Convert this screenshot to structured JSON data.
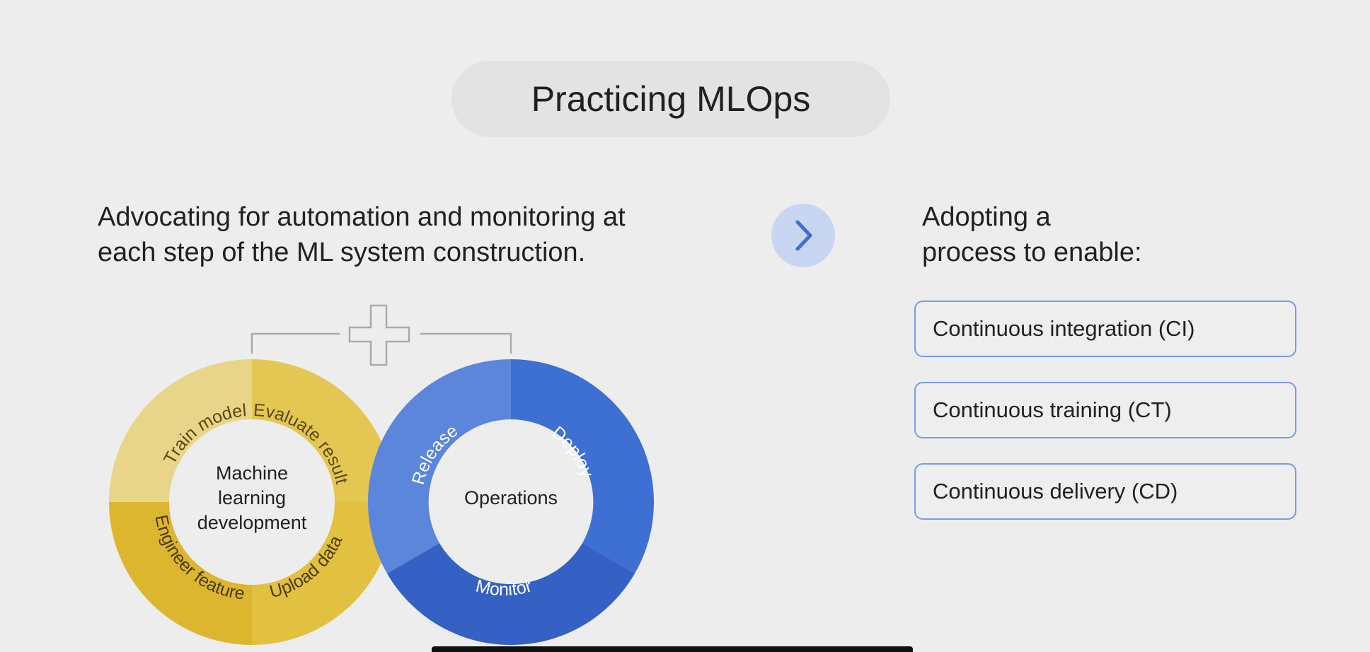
{
  "title": "Practicing MLOps",
  "left": {
    "line1": "Advocating for automation and monitoring at",
    "line2": "each step of the ML system construction."
  },
  "arrow_icon": "chevron-right-icon",
  "right": {
    "line1": "Adopting a",
    "line2": "process to enable:"
  },
  "processes": [
    "Continuous integration (CI)",
    "Continuous training (CT)",
    "Continuous delivery (CD)"
  ],
  "ml_cycle": {
    "center_line1": "Machine",
    "center_line2": "learning",
    "center_line3": "development",
    "steps": [
      "Train model",
      "Evaluate result",
      "Upload data",
      "Engineer feature"
    ]
  },
  "ops_cycle": {
    "center": "Operations",
    "steps": [
      "Deploy",
      "Monitor",
      "Release"
    ]
  },
  "connector_icon": "plus-icon",
  "colors": {
    "ml_light": "#e8d589",
    "ml_medium": "#e4c653",
    "ml_dark": "#ddb62f",
    "ops_light": "#5b86db",
    "ops_medium": "#3e6fd2",
    "ops_dark": "#3560c4",
    "accent_border": "#7b9be0"
  }
}
